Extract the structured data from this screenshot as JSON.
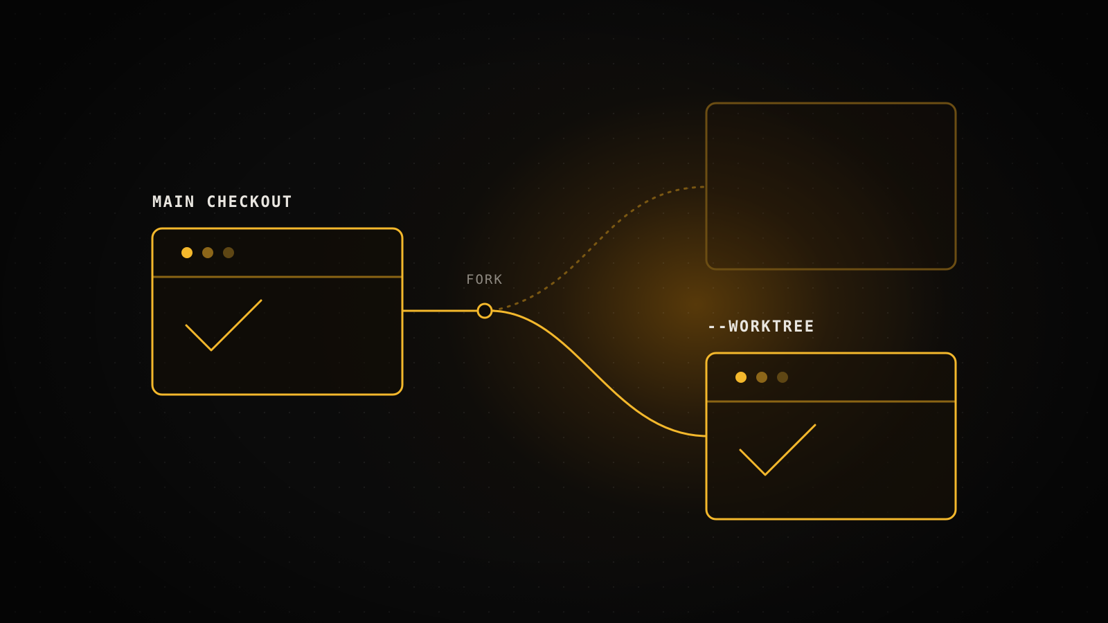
{
  "diagram": {
    "main_label": "MAIN CHECKOUT",
    "fork_label": "FORK",
    "worktree_label": "--WORKTREE"
  },
  "colors": {
    "accent": "#f4b82c",
    "accent_dim": "#7a5712",
    "label": "#e9e6e0",
    "fork_label": "#8f8a82",
    "background": "#0b0b0b"
  }
}
